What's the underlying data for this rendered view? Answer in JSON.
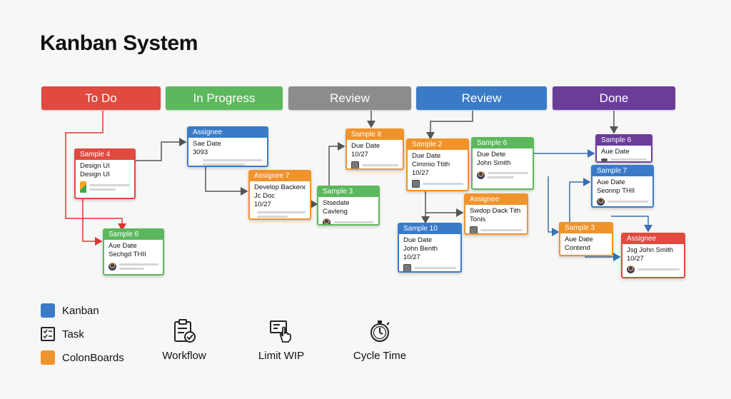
{
  "title": "Kanban System",
  "columns": [
    {
      "label": "To Do",
      "color": "#e04a3f"
    },
    {
      "label": "In Progress",
      "color": "#5cb85c"
    },
    {
      "label": "Review",
      "color": "#8c8c8c"
    },
    {
      "label": "Review",
      "color": "#3a7bc8"
    },
    {
      "label": "Done",
      "color": "#6a3d9a"
    }
  ],
  "cards": {
    "c_sample4": {
      "head": "Sample 4",
      "lines": [
        "Design UI",
        "Design UI"
      ],
      "color": "#e04a3f",
      "icon": "image-icon"
    },
    "c_sample6a": {
      "head": "Sample 6",
      "lines": [
        "Aue Date",
        "Seсhgd THII"
      ],
      "color": "#5cb85c",
      "icon": "person-icon"
    },
    "c_assignee_blue": {
      "head": "Assignee",
      "lines": [
        "Sae Date",
        "3093"
      ],
      "color": "#3a7bc8",
      "icon": ""
    },
    "c_assignee7": {
      "head": "Assignee 7",
      "lines": [
        "Develop Backend",
        "Jc Doc",
        "10/27"
      ],
      "color": "#f0932b",
      "icon": ""
    },
    "c_sample8a": {
      "head": "Sample 8",
      "lines": [
        "Due Date",
        "10/27"
      ],
      "color": "#f0932b",
      "icon": "doc-icon"
    },
    "c_sample3g": {
      "head": "Sample 3",
      "lines": [
        "Stsedate",
        "Cavleng"
      ],
      "color": "#5cb85c",
      "icon": "person-icon"
    },
    "c_sample2": {
      "head": "Sample 2",
      "lines": [
        "Due Date",
        "Cimmio Ttith",
        "10/27"
      ],
      "color": "#f0932b",
      "icon": "doc-icon"
    },
    "c_sample6b": {
      "head": "Sample 6",
      "lines": [
        "Due Dete",
        "John Smith"
      ],
      "color": "#5cb85c",
      "icon": "person-icon"
    },
    "c_assignee_orange": {
      "head": "Assignee",
      "lines": [
        "Swdop Dack Tith",
        "Tonis"
      ],
      "color": "#f0932b",
      "icon": "doc-icon"
    },
    "c_sample10": {
      "head": "Sample 10",
      "lines": [
        "Due Date",
        "John Benth",
        "10/27"
      ],
      "color": "#3a7bc8",
      "icon": "doc-icon"
    },
    "c_sample6c": {
      "head": "Sample 6",
      "lines": [
        "Aue Date"
      ],
      "color": "#6a3d9a",
      "icon": "tag-icon"
    },
    "c_sample7": {
      "head": "Sample 7",
      "lines": [
        "Aue Date",
        "Seonnp THII"
      ],
      "color": "#3a7bc8",
      "icon": "person-icon"
    },
    "c_sample3o": {
      "head": "Sample 3",
      "lines": [
        "Aue Date",
        "Contend"
      ],
      "color": "#f0932b",
      "icon": ""
    },
    "c_assignee_red": {
      "head": "Assignee",
      "lines": [
        "Jsg John Smith",
        "10/27"
      ],
      "color": "#e04a3f",
      "icon": "person-icon"
    }
  },
  "legend": [
    {
      "label": "Kanban",
      "color": "#3a7bc8",
      "icon": "square-icon"
    },
    {
      "label": "Task",
      "color": "#222222",
      "icon": "checklist-icon"
    },
    {
      "label": "ColonBoards",
      "color": "#f0932b",
      "icon": "square-icon"
    }
  ],
  "features": [
    {
      "label": "Workflow",
      "icon": "clipboard-check-icon"
    },
    {
      "label": "Limit WIP",
      "icon": "hand-pointer-icon"
    },
    {
      "label": "Cycle Time",
      "icon": "stopwatch-icon"
    }
  ]
}
